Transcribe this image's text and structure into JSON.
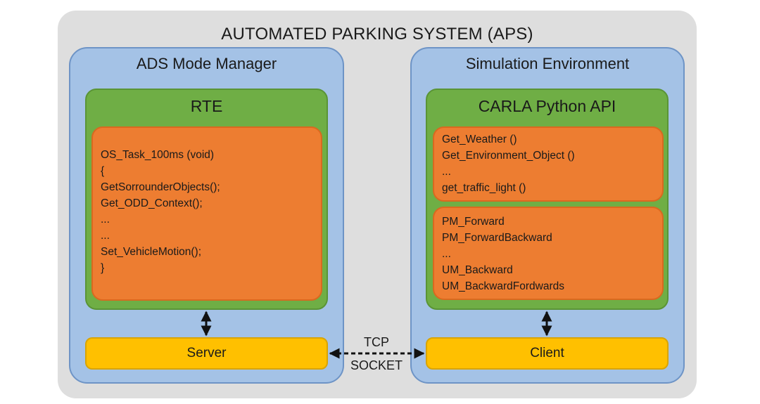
{
  "title": "AUTOMATED PARKING SYSTEM (APS)",
  "left_panel": {
    "title": "ADS Mode Manager",
    "inner_title": "RTE",
    "code_lines": [
      "OS_Task_100ms (void)",
      "{",
      "GetSorrounderObjects();",
      "Get_ODD_Context();",
      "...",
      "...",
      "Set_VehicleMotion();",
      "}"
    ],
    "endpoint": "Server"
  },
  "right_panel": {
    "title": "Simulation Environment",
    "inner_title": "CARLA Python API",
    "functions": [
      "Get_Weather ()",
      "Get_Environment_Object ()",
      "...",
      "get_traffic_light ()"
    ],
    "maneuvers": [
      "PM_Forward",
      "PM_ForwardBackward",
      "...",
      "UM_Backward",
      "UM_BackwardFordwards"
    ],
    "endpoint": "Client"
  },
  "connection": {
    "label_top": "TCP",
    "label_bottom": "SOCKET"
  },
  "colors": {
    "outer": "#dedede",
    "panel": "#a4c2e6",
    "green": "#6fae45",
    "orange": "#ed7d31",
    "yellow": "#ffc000"
  }
}
